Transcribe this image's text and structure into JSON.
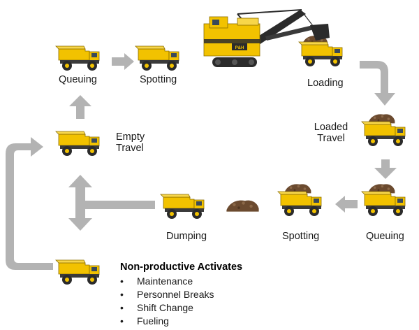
{
  "labels": {
    "queuing_top": "Queuing",
    "spotting_top": "Spotting",
    "loading": "Loading",
    "loaded_travel_1": "Loaded",
    "loaded_travel_2": "Travel",
    "empty_travel_1": "Empty",
    "empty_travel_2": "Travel",
    "dumping": "Dumping",
    "spotting_bottom": "Spotting",
    "queuing_bottom": "Queuing"
  },
  "shovel": {
    "badge": "P&H"
  },
  "non_productive": {
    "title": "Non-productive Activates",
    "bullet": "•",
    "items": [
      "Maintenance",
      "Personnel Breaks",
      "Shift Change",
      "Fueling"
    ]
  },
  "colors": {
    "truck_yellow": "#f2c200",
    "truck_dark": "#2b2b2b",
    "arrow_gray": "#b3b3b3",
    "ore_brown": "#6b4a2f"
  }
}
